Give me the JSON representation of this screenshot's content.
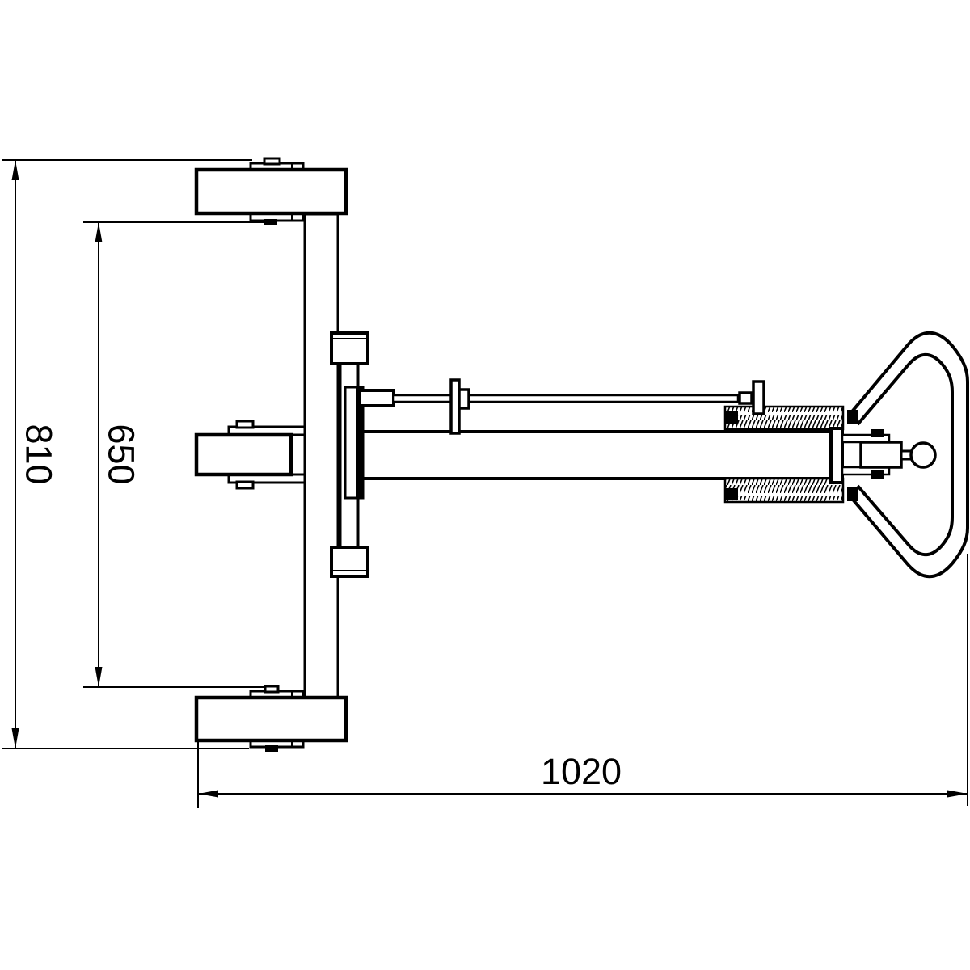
{
  "canvas": {
    "background": "#ffffff",
    "ink": "#000000"
  },
  "dimensions": {
    "overall_width": "810",
    "inner_width": "650",
    "overall_length": "1020"
  }
}
